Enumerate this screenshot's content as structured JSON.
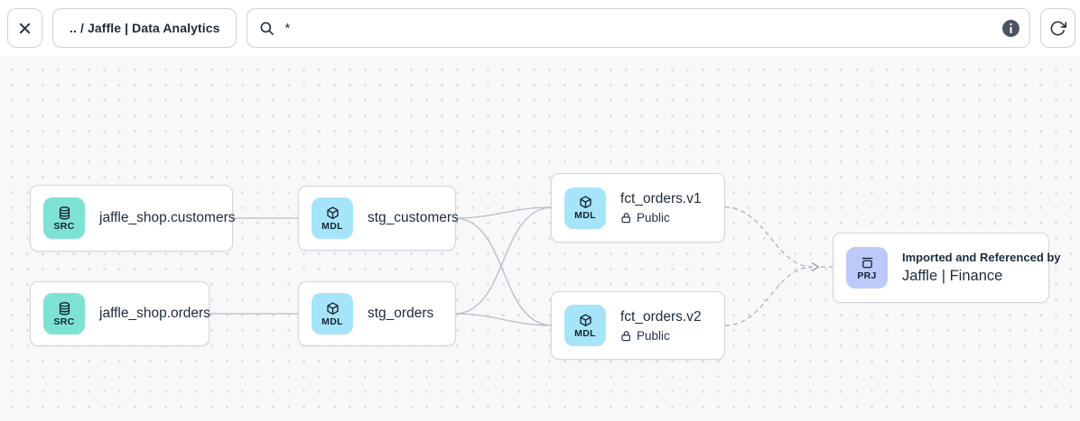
{
  "toolbar": {
    "breadcrumb_label": ".. / Jaffle | Data Analytics",
    "search_value": "*",
    "icons": {
      "close-icon": "svg-x",
      "search-icon": "svg-magnifier",
      "info-icon": "svg-info-filled-circle",
      "refresh-icon": "svg-rotate-clockwise"
    }
  },
  "canvas": {
    "nodes": [
      {
        "id": "jaffle_shop.customers",
        "type": "source",
        "badge": "SRC",
        "title": "jaffle_shop.customers"
      },
      {
        "id": "jaffle_shop.orders",
        "type": "source",
        "badge": "SRC",
        "title": "jaffle_shop.orders"
      },
      {
        "id": "stg_customers",
        "type": "model",
        "badge": "MDL",
        "title": "stg_customers"
      },
      {
        "id": "stg_orders",
        "type": "model",
        "badge": "MDL",
        "title": "stg_orders"
      },
      {
        "id": "fct_orders.v1",
        "type": "model",
        "badge": "MDL",
        "title": "fct_orders.v1",
        "access": "Public"
      },
      {
        "id": "fct_orders.v2",
        "type": "model",
        "badge": "MDL",
        "title": "fct_orders.v2",
        "access": "Public"
      },
      {
        "id": "jaffle_finance",
        "type": "project",
        "badge": "PRJ",
        "subtitle": "Imported and Referenced by",
        "title": "Jaffle | Finance"
      }
    ],
    "edges": [
      {
        "from": "jaffle_shop.customers",
        "to": "stg_customers",
        "style": "solid"
      },
      {
        "from": "jaffle_shop.orders",
        "to": "stg_orders",
        "style": "solid"
      },
      {
        "from": "stg_customers",
        "to": "fct_orders.v1",
        "style": "solid"
      },
      {
        "from": "stg_customers",
        "to": "fct_orders.v2",
        "style": "solid"
      },
      {
        "from": "stg_orders",
        "to": "fct_orders.v1",
        "style": "solid"
      },
      {
        "from": "stg_orders",
        "to": "fct_orders.v2",
        "style": "solid"
      },
      {
        "from": "fct_orders.v1",
        "to": "jaffle_finance",
        "style": "dashed"
      },
      {
        "from": "fct_orders.v2",
        "to": "jaffle_finance",
        "style": "dashed"
      }
    ],
    "icons": {
      "database-icon": "svg-cylinder",
      "model-icon": "svg-cube",
      "project-icon": "svg-archive-box",
      "public-lock-icon": "svg-open-padlock"
    },
    "colors": {
      "source_badge": "#7ee2d2",
      "model_badge": "#a6e4f9",
      "project_badge": "#bdc9fb",
      "edge": "#b6bdc7",
      "canvas_bg": "#f7f8fa",
      "topbar_bg": "#ffffff"
    }
  }
}
